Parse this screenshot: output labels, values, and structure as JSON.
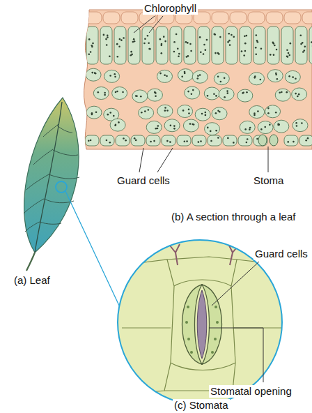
{
  "diagram": {
    "labels": [
      "Chlorophyll",
      "Guard cells",
      "Stoma",
      "(b) A section through a leaf",
      "Guard cells",
      "Stomatal opening",
      "(a) Leaf",
      "(c) Stomata"
    ]
  }
}
